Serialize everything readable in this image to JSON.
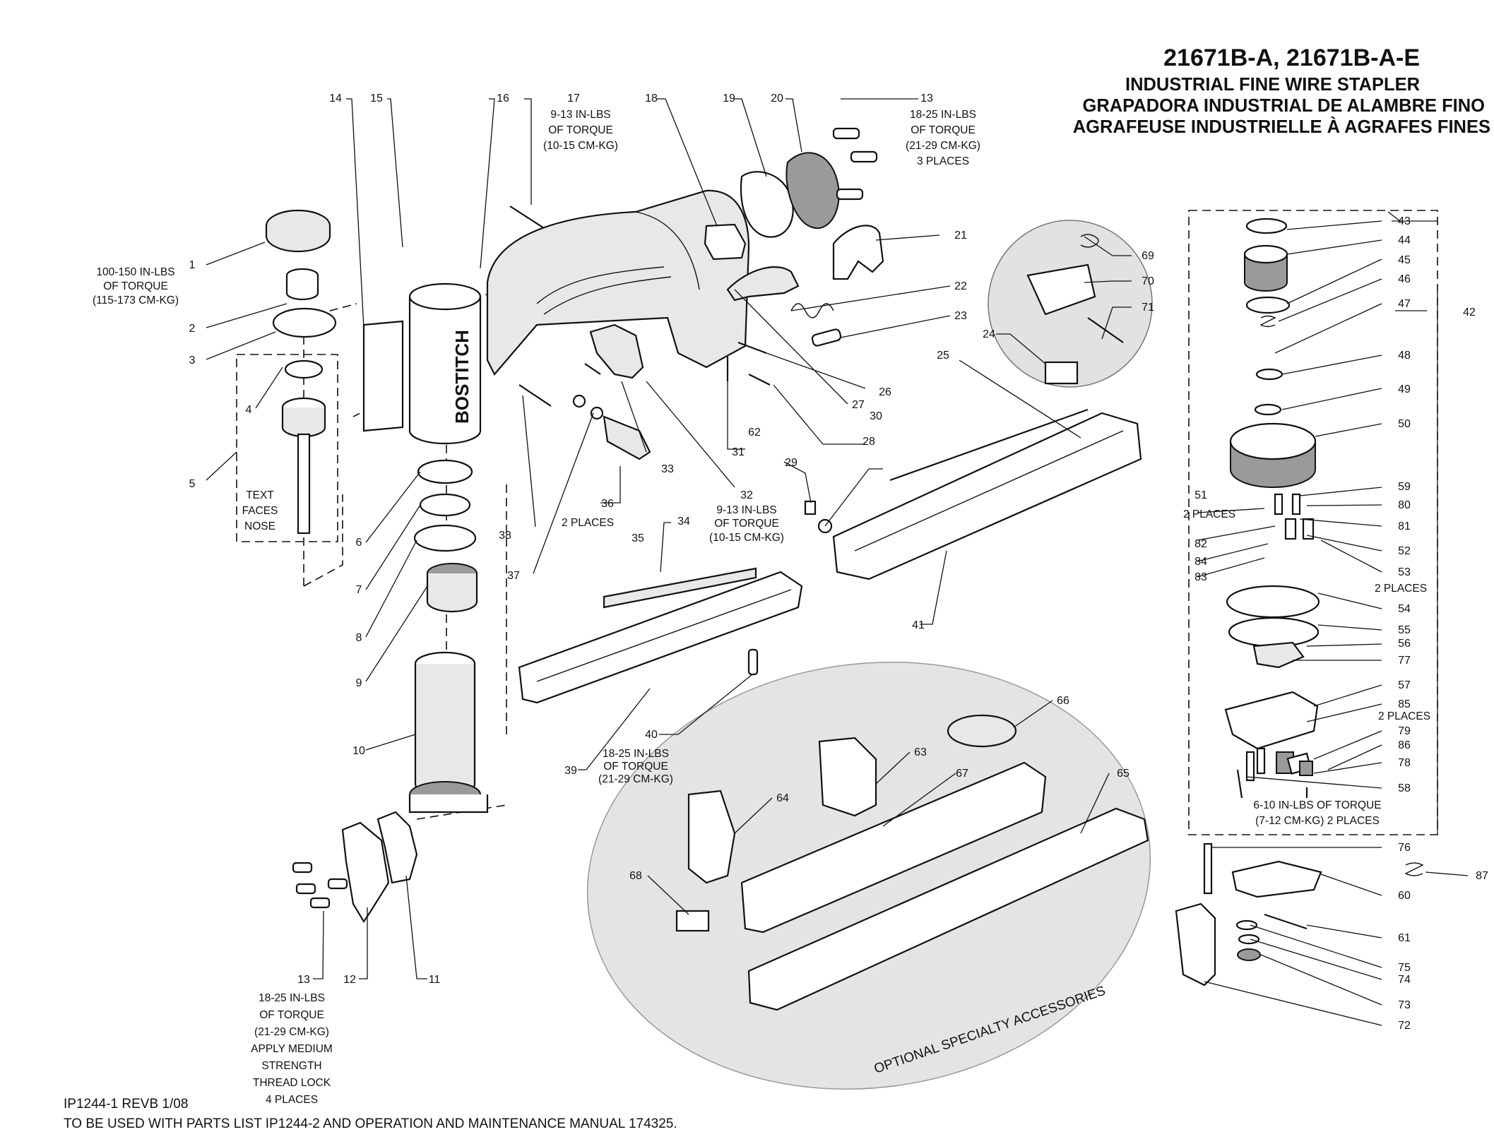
{
  "title": {
    "model": "21671B-A, 21671B-A-E",
    "line_en": "INDUSTRIAL FINE WIRE STAPLER",
    "line_es": "GRAPADORA INDUSTRIAL DE ALAMBRE FINO",
    "line_fr": "AGRAFEUSE INDUSTRIELLE À AGRAFES FINES"
  },
  "brand_text": "BOSTITCH",
  "accessory_label": "OPTIONAL SPECIALTY ACCESSORIES",
  "part_numbers": [
    "1",
    "2",
    "3",
    "4",
    "5",
    "6",
    "7",
    "8",
    "9",
    "10",
    "11",
    "12",
    "13",
    "13",
    "14",
    "15",
    "16",
    "17",
    "18",
    "19",
    "20",
    "21",
    "22",
    "23",
    "24",
    "25",
    "26",
    "27",
    "28",
    "29",
    "30",
    "31",
    "32",
    "33",
    "34",
    "35",
    "36",
    "37",
    "38",
    "39",
    "40",
    "41",
    "42",
    "43",
    "44",
    "45",
    "46",
    "47",
    "48",
    "49",
    "50",
    "51",
    "52",
    "53",
    "54",
    "55",
    "56",
    "57",
    "58",
    "59",
    "60",
    "61",
    "62",
    "63",
    "64",
    "65",
    "66",
    "67",
    "68",
    "69",
    "70",
    "71",
    "72",
    "73",
    "74",
    "75",
    "76",
    "77",
    "78",
    "79",
    "80",
    "81",
    "82",
    "83",
    "84",
    "85",
    "86",
    "87"
  ],
  "notes": {
    "n1": [
      "100-150 IN-LBS",
      "OF TORQUE",
      "(115-173 CM-KG)"
    ],
    "n5": [
      "TEXT",
      "FACES",
      "NOSE"
    ],
    "n13top": [
      "18-25 IN-LBS",
      "OF TORQUE",
      "(21-29 CM-KG)",
      "3 PLACES"
    ],
    "n17": [
      "9-13 IN-LBS",
      "OF TORQUE",
      "(10-15 CM-KG)"
    ],
    "n32": [
      "9-13 IN-LBS",
      "OF TORQUE",
      "(10-15 CM-KG)"
    ],
    "n36": "2 PLACES",
    "n40": [
      "18-25 IN-LBS",
      "OF TORQUE",
      "(21-29 CM-KG)"
    ],
    "n13bot": [
      "18-25 IN-LBS",
      "OF TORQUE",
      "(21-29 CM-KG)",
      "APPLY MEDIUM",
      "STRENGTH",
      "THREAD LOCK",
      "4 PLACES"
    ],
    "n51": "2 PLACES",
    "n53": "2 PLACES",
    "n85": "2 PLACES",
    "n58": [
      "6-10 IN-LBS OF TORQUE",
      "(7-12 CM-KG) 2 PLACES"
    ]
  },
  "footer": {
    "revision": "IP1244-1 REVB 1/08",
    "usage": "TO BE USED WITH PARTS LIST IP1244-2 AND OPERATION AND MAINTENANCE MANUAL 174325."
  }
}
